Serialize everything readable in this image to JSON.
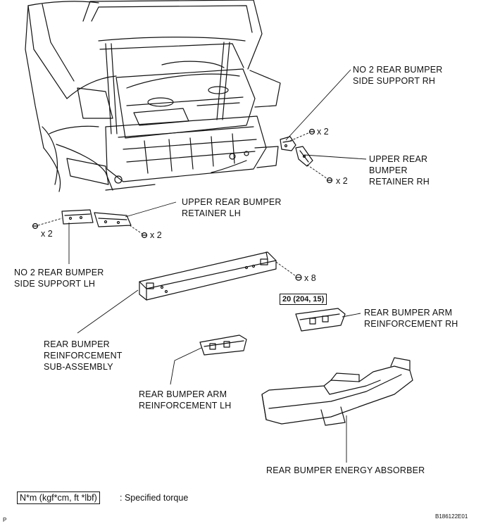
{
  "labels": {
    "no2_support_rh": [
      "NO  2 REAR BUMPER",
      "SIDE SUPPORT RH"
    ],
    "upper_retainer_rh": [
      "UPPER REAR",
      "BUMPER",
      "RETAINER RH"
    ],
    "upper_retainer_lh": [
      "UPPER REAR BUMPER",
      "RETAINER LH"
    ],
    "no2_support_lh": [
      "NO  2 REAR BUMPER",
      "SIDE SUPPORT LH"
    ],
    "reinforcement_sub": [
      "REAR BUMPER",
      "REINFORCEMENT",
      "SUB-ASSEMBLY"
    ],
    "arm_reinf_rh": [
      "REAR BUMPER ARM",
      "REINFORCEMENT RH"
    ],
    "arm_reinf_lh": [
      "REAR BUMPER ARM",
      "REINFORCEMENT LH"
    ],
    "energy_absorber": "REAR BUMPER ENERGY ABSORBER"
  },
  "quantities": {
    "rh_upper_clip": "x 2",
    "rh_lower_clip": "x 2",
    "lh_left_clip": "x 2",
    "lh_right_clip": "x 2",
    "bolts": "x 8"
  },
  "torque": "20 (204, 15)",
  "legend": {
    "box": "N*m (kgf*cm, ft *lbf)",
    "text": ": Specified torque"
  },
  "figure_code": "B186122E01",
  "corner_mark": "P"
}
